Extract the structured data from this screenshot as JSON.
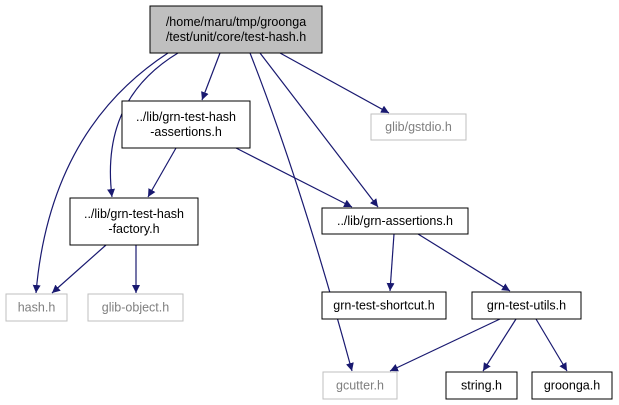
{
  "colors": {
    "edge": "#191970",
    "root_fill": "#bfbfbf",
    "external_border": "#bfbfbf",
    "external_text": "#7f7f7f",
    "normal_border": "#000000"
  },
  "nodes": {
    "root": {
      "lines": [
        "/home/maru/tmp/groonga",
        "/test/unit/core/test-hash.h"
      ],
      "kind": "root"
    },
    "hash_assertions": {
      "lines": [
        "../lib/grn-test-hash",
        "-assertions.h"
      ],
      "kind": "normal"
    },
    "gstdio": {
      "lines": [
        "glib/gstdio.h"
      ],
      "kind": "external"
    },
    "hash_factory": {
      "lines": [
        "../lib/grn-test-hash",
        "-factory.h"
      ],
      "kind": "normal"
    },
    "assertions": {
      "lines": [
        "../lib/grn-assertions.h"
      ],
      "kind": "normal"
    },
    "hash_h": {
      "lines": [
        "hash.h"
      ],
      "kind": "external"
    },
    "glib_object": {
      "lines": [
        "glib-object.h"
      ],
      "kind": "external"
    },
    "shortcut": {
      "lines": [
        "grn-test-shortcut.h"
      ],
      "kind": "normal"
    },
    "utils": {
      "lines": [
        "grn-test-utils.h"
      ],
      "kind": "normal"
    },
    "gcutter": {
      "lines": [
        "gcutter.h"
      ],
      "kind": "external"
    },
    "string_h": {
      "lines": [
        "string.h"
      ],
      "kind": "normal"
    },
    "groonga_h": {
      "lines": [
        "groonga.h"
      ],
      "kind": "normal"
    }
  },
  "edges": [
    {
      "from": "root",
      "to": "hash_assertions"
    },
    {
      "from": "root",
      "to": "gstdio"
    },
    {
      "from": "root",
      "to": "hash_factory"
    },
    {
      "from": "root",
      "to": "assertions"
    },
    {
      "from": "root",
      "to": "hash_h"
    },
    {
      "from": "root",
      "to": "gcutter"
    },
    {
      "from": "hash_assertions",
      "to": "hash_factory"
    },
    {
      "from": "hash_assertions",
      "to": "assertions"
    },
    {
      "from": "hash_factory",
      "to": "hash_h"
    },
    {
      "from": "hash_factory",
      "to": "glib_object"
    },
    {
      "from": "assertions",
      "to": "shortcut"
    },
    {
      "from": "assertions",
      "to": "utils"
    },
    {
      "from": "utils",
      "to": "gcutter"
    },
    {
      "from": "utils",
      "to": "string_h"
    },
    {
      "from": "utils",
      "to": "groonga_h"
    }
  ]
}
